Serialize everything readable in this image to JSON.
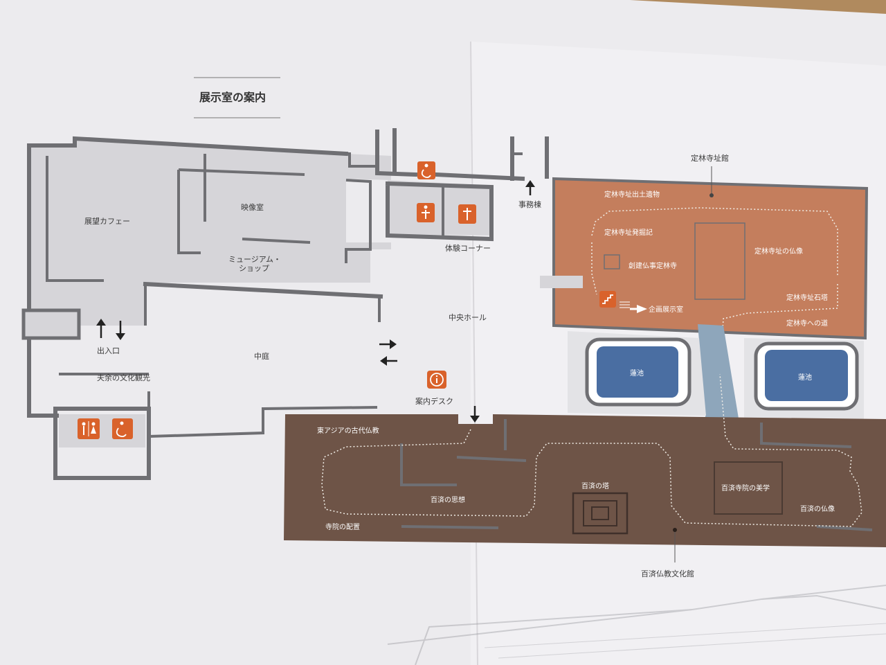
{
  "page": {
    "title": "展示室の案内"
  },
  "rooms": {
    "cafe": "展望カフェー",
    "video": "映像室",
    "shop": "ミュージアム・ショップ",
    "shop_line1": "ミュージアム・",
    "shop_line2": "ショップ",
    "experience": "体験コーナー",
    "office": "事務棟",
    "central_hall": "中央ホール",
    "courtyard": "中庭",
    "entrance": "出入口",
    "buyeo_tourism": "夫余の文化観光",
    "info_desk": "案内デスク"
  },
  "jeongnimsa": {
    "building": "定林寺址館",
    "excavated_relics": "定林寺址出土遺物",
    "excavation_record": "定林寺址発掘記",
    "founding": "創建仏事定林寺",
    "buddha": "定林寺址の仏像",
    "stone_pagoda": "定林寺址石塔",
    "path": "定林寺への道",
    "special_exhibit": "企画展示室",
    "pond_left": "蓮池",
    "pond_right": "蓮池"
  },
  "baekje": {
    "building": "百済仏教文化館",
    "east_asia": "東アジアの古代仏教",
    "thought": "百済の思想",
    "layout": "寺院の配置",
    "pagoda": "百済の塔",
    "aesthetics": "百済寺院の美学",
    "buddha": "百済の仏像"
  },
  "colors": {
    "paper": "#ecebee",
    "wall": "#6f6f73",
    "corridor": "#dcdbde",
    "jeongnimsa_fill": "#c47e5d",
    "baekje_fill": "#6e5447",
    "pond": "#4a6ea2",
    "icon_orange": "#d9622b",
    "path_blue": "#8ea6bb"
  },
  "icons": [
    "wheelchair-icon",
    "restroom-male-icon",
    "restroom-female-icon",
    "toilet-icon",
    "info-icon",
    "stairs-icon",
    "arrow-icon"
  ]
}
